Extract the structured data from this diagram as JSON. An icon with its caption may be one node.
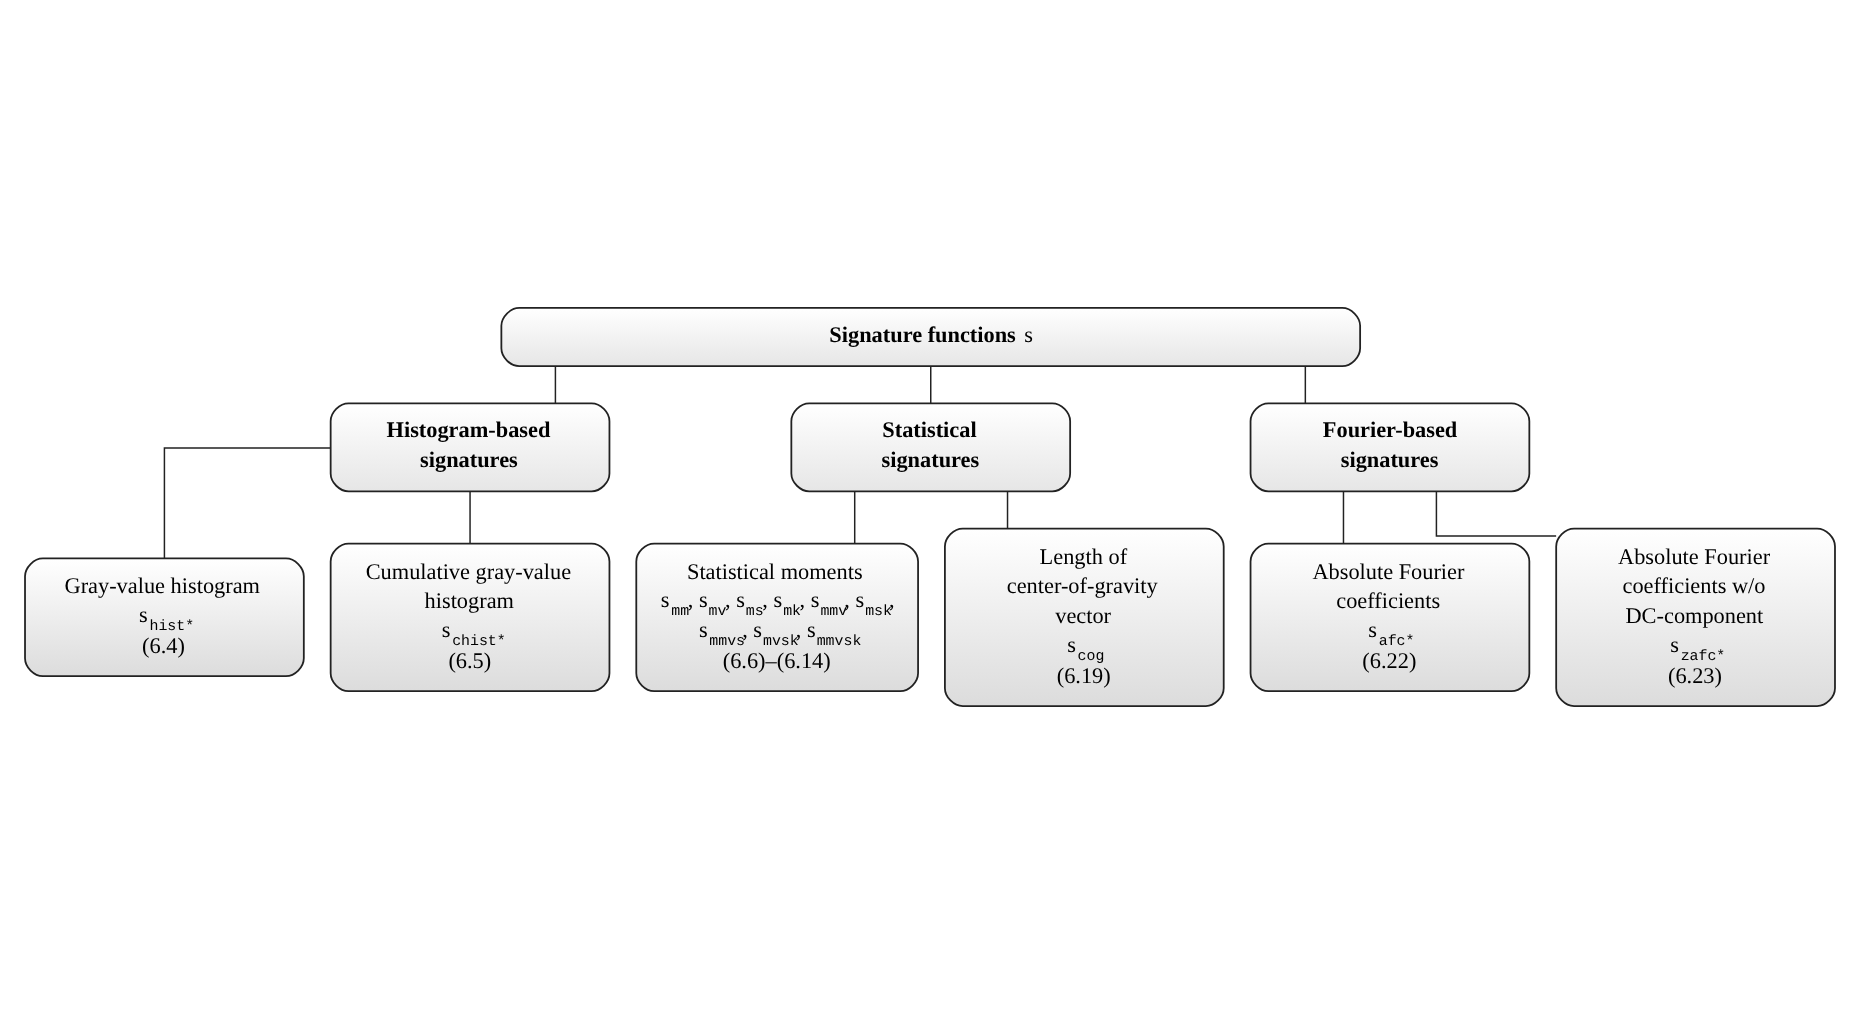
{
  "diagram": {
    "nodes": [
      {
        "text": [
          "**Signature functions** s"
        ]
      },
      {
        "text": [
          "Histogram-based signatures"
        ]
      },
      {
        "text": [
          "Gray-value histogram",
          "s$_{hist*}$",
          "(6.4)"
        ]
      },
      {
        "text": [
          "Cumulative gray-value histogram",
          "s$_{chist*}$",
          "(6.5)"
        ]
      },
      {
        "text": [
          "Statistical signatures"
        ]
      },
      {
        "text": [
          "Statistical moments",
          "s$_{mm}$, s$_{mv}$, s$_{ms}$, s$_{mk}$, s$_{mmv}$, s$_{msk}$, s$_{mmvs}$, s$_{mvsk}$, s$_{mmvsk}$",
          "(6.6)–(6.14)"
        ]
      },
      {
        "text": [
          "Length of center-of-gravity vector",
          "s$_{cog}$",
          "(6.19)"
        ]
      },
      {
        "text": [
          "Fourier-based signatures"
        ]
      },
      {
        "text": [
          "Absolute Fourier coefficients",
          "s$_{afc*}$",
          "(6.22)"
        ]
      },
      {
        "text": [
          "Absolute Fourier coefficients w/o DC-component",
          "s$_{zafc*}$",
          "(6.23)"
        ]
      }
    ],
    "edges": [
      {
        "from": 0,
        "to": 1,
        "arrow": "none"
      },
      {
        "from": 0,
        "to": 4,
        "arrow": "none"
      },
      {
        "from": 0,
        "to": 7,
        "arrow": "none"
      },
      {
        "from": 1,
        "to": 2,
        "arrow": "none"
      },
      {
        "from": 1,
        "to": 3,
        "arrow": "none"
      },
      {
        "from": 4,
        "to": 5,
        "arrow": "none"
      },
      {
        "from": 4,
        "to": 6,
        "arrow": "none"
      },
      {
        "from": 7,
        "to": 8,
        "arrow": "none"
      },
      {
        "from": 7,
        "to": 9,
        "arrow": "none"
      }
    ]
  }
}
